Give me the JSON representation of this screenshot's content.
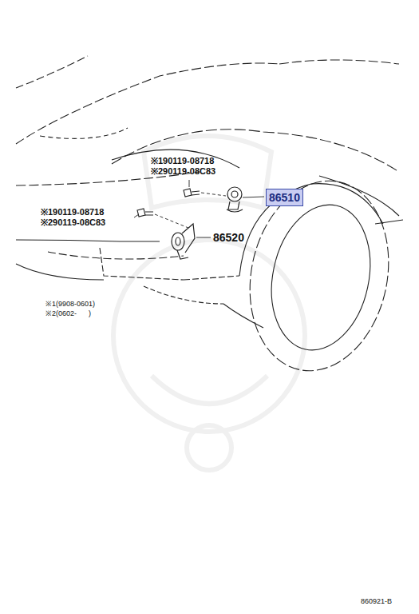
{
  "diagram": {
    "nodes": [
      {
        "text": [
          "86510"
        ]
      }
    ],
    "labels": [
      "※190119-08718",
      "※290119-08C83",
      "※190119-08718",
      "※290119-08C83",
      "86520",
      "※1(9908-0601)",
      "※2(0602-      )",
      "860921-B"
    ]
  }
}
